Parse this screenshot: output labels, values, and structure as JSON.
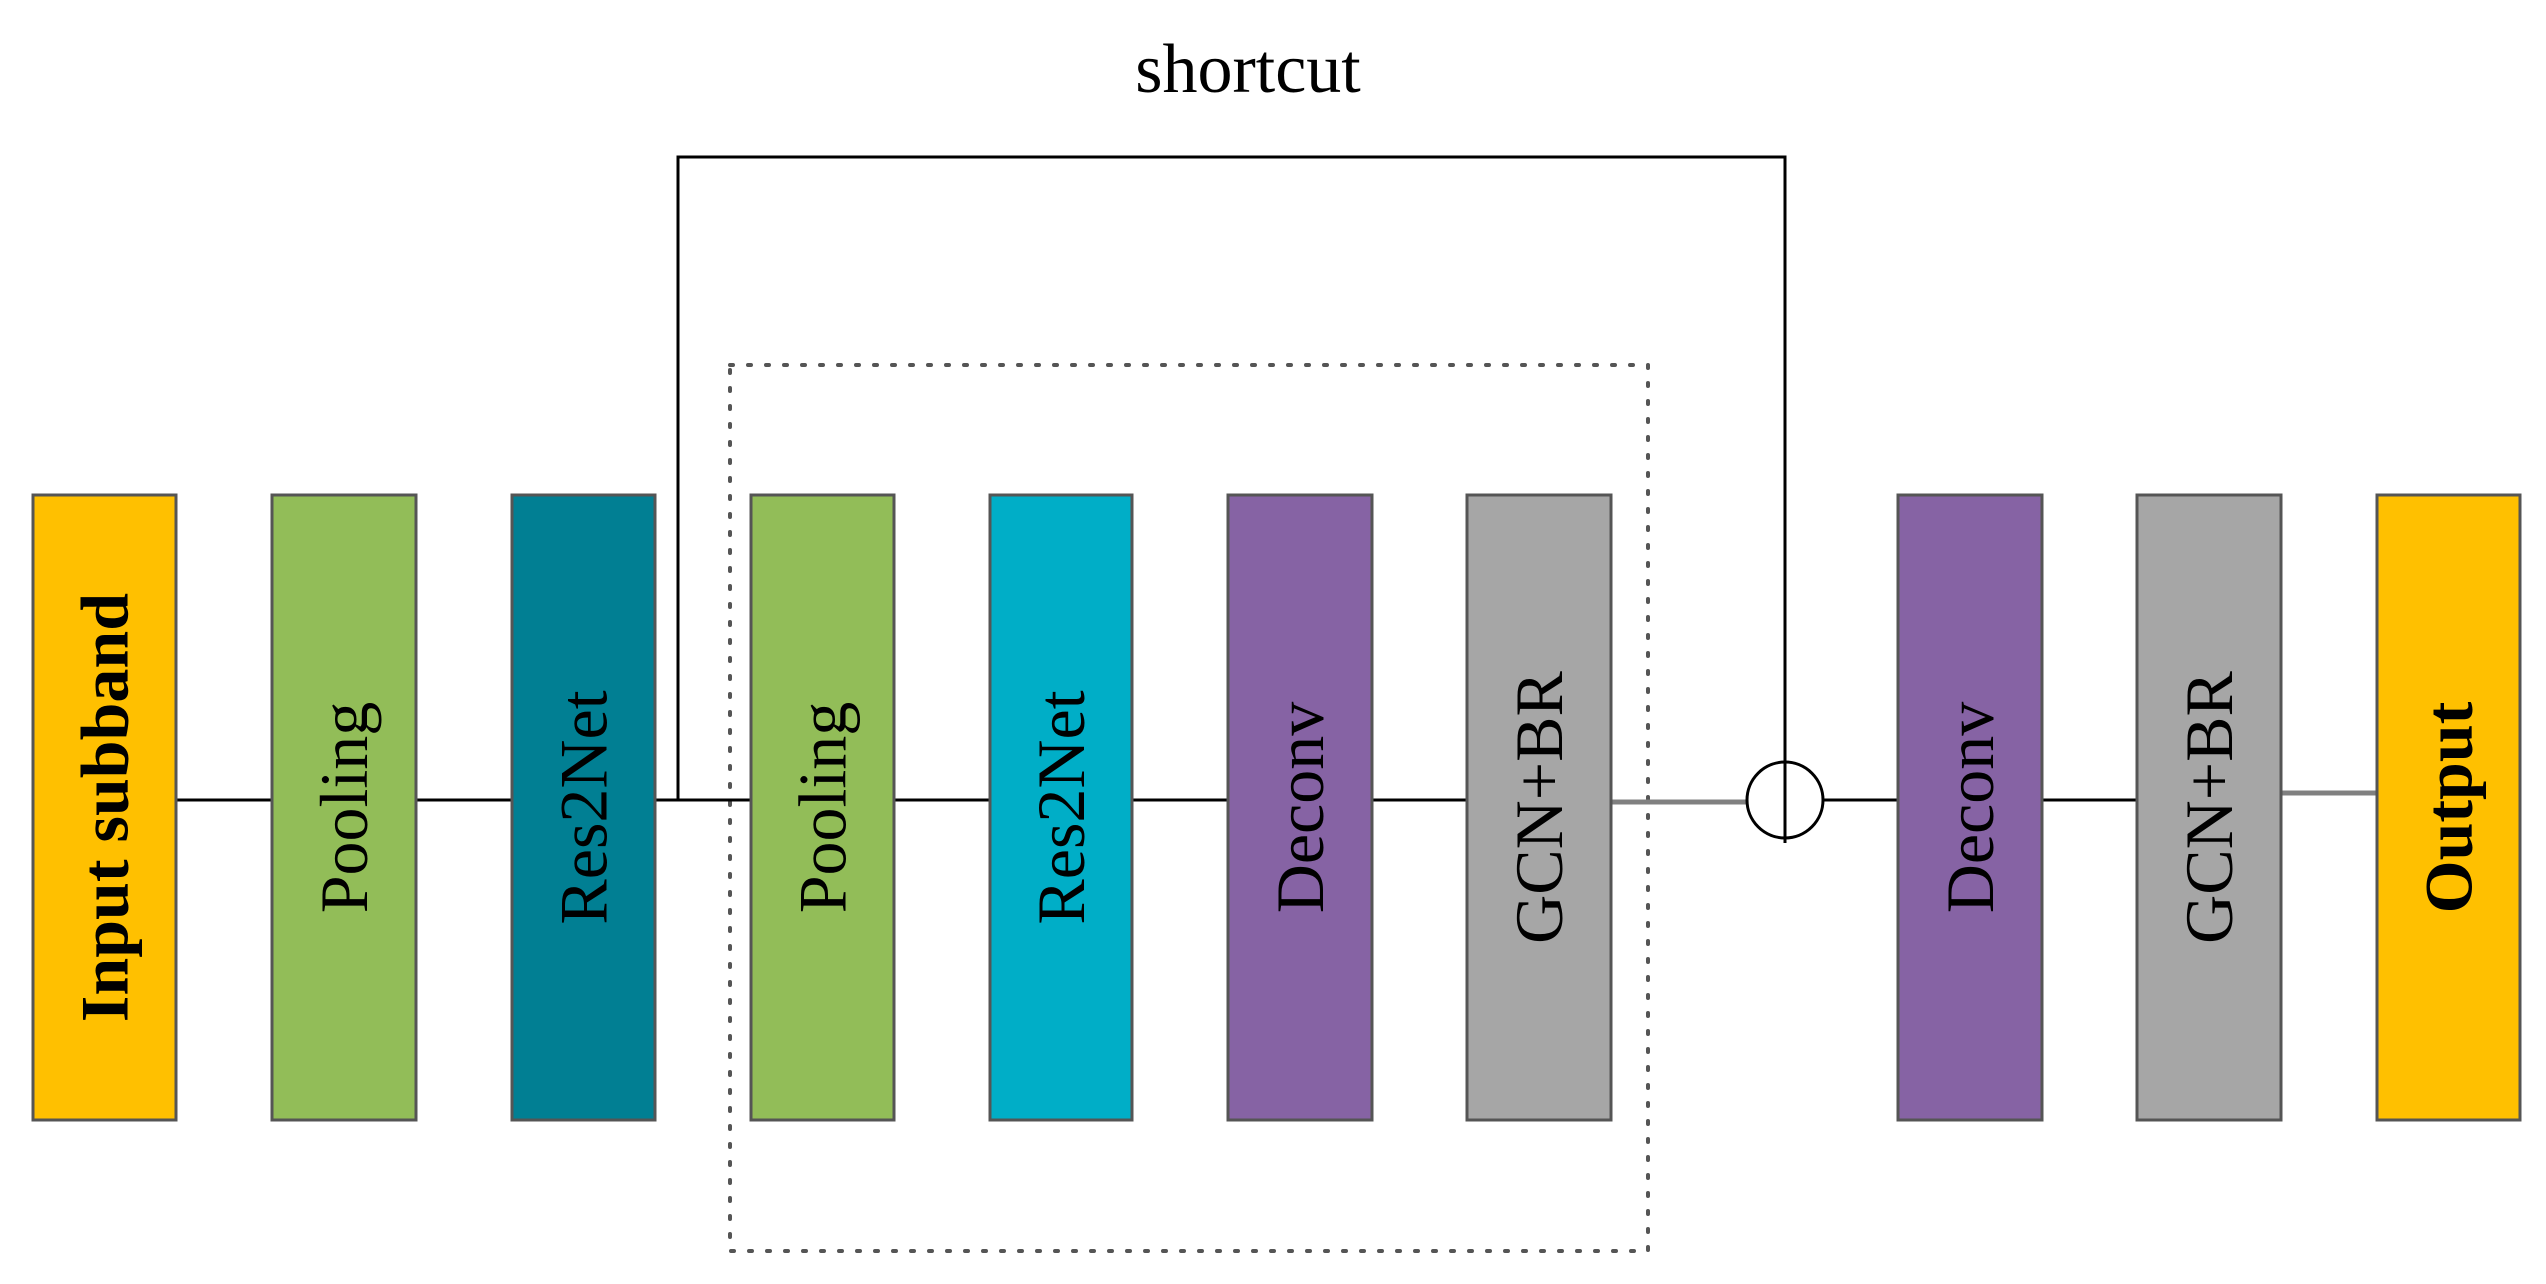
{
  "diagram": {
    "shortcut_label": "shortcut",
    "blocks": [
      {
        "id": "input",
        "label": "Input subband",
        "color": "#FFC000",
        "bold": true
      },
      {
        "id": "pool1",
        "label": "Pooling",
        "color": "#92BD58",
        "bold": false
      },
      {
        "id": "res1",
        "label": "Res2Net",
        "color": "#017F93",
        "bold": false
      },
      {
        "id": "pool2",
        "label": "Pooling",
        "color": "#92BD58",
        "bold": false
      },
      {
        "id": "res2",
        "label": "Res2Net",
        "color": "#00AEC7",
        "bold": false
      },
      {
        "id": "deconv1",
        "label": "Deconv",
        "color": "#8663A4",
        "bold": false
      },
      {
        "id": "gcn1",
        "label": "GCN+BR",
        "color": "#A6A6A6",
        "bold": false
      },
      {
        "id": "deconv2",
        "label": "Deconv",
        "color": "#8663A4",
        "bold": false
      },
      {
        "id": "gcn2",
        "label": "GCN+BR",
        "color": "#A6A6A6",
        "bold": false
      },
      {
        "id": "output",
        "label": "Output",
        "color": "#FFC000",
        "bold": true
      }
    ]
  }
}
